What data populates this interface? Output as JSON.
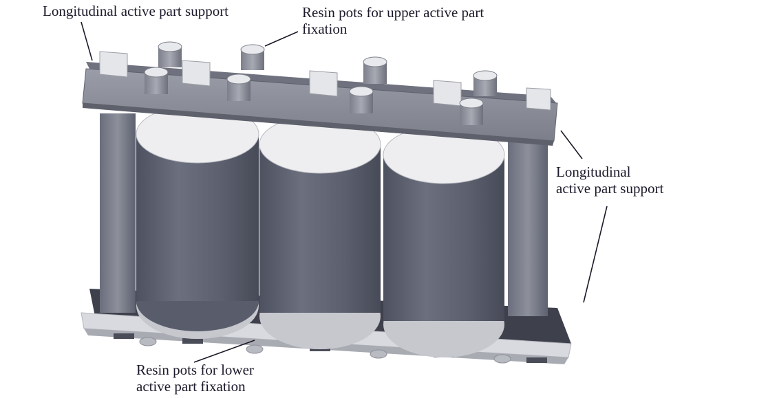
{
  "figure": {
    "subject": "Dry-type transformer active part with three cylindrical coils",
    "labels": {
      "top_left": "Longitudinal active part support",
      "top_right_line1": "Resin pots for upper active part",
      "top_right_line2": "fixation",
      "right_line1": "Longitudinal",
      "right_line2": "active part support",
      "bottom_line1": "Resin pots for lower",
      "bottom_line2": "active part fixation"
    },
    "colors": {
      "frame": "#8a8d96",
      "frame_dark": "#5f6270",
      "frame_light": "#c9cbd1",
      "coil": "#5a5e6c",
      "coil_light": "#6f7383",
      "coil_top": "#eeeef0",
      "base": "#d8d9de",
      "text": "#1a1a2a"
    }
  }
}
